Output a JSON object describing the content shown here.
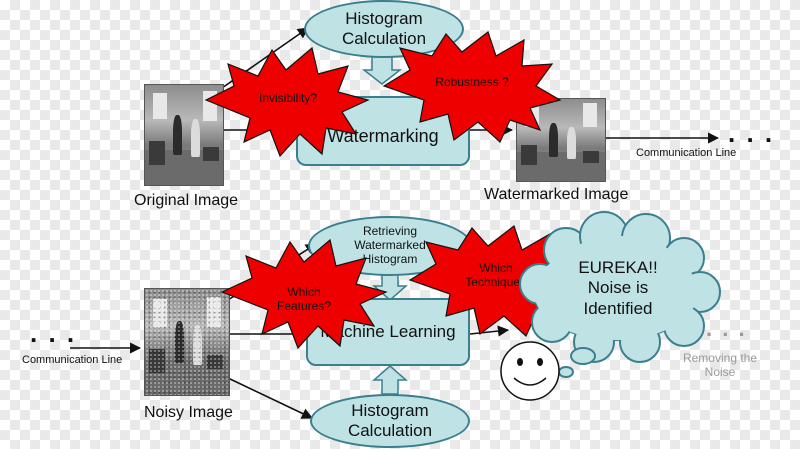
{
  "colors": {
    "node_fill": "#bfe3e5",
    "node_border": "#3b7f8f",
    "star_fill": "#ee0000",
    "star_stroke": "#111111",
    "cloud_fill": "#bfe3e5",
    "arrow_fill": "#bfe3e5",
    "muted_text": "#9a9a9a"
  },
  "top": {
    "histogram_calc": "Histogram\nCalculation",
    "watermarking": "Watermarking",
    "original_caption": "Original Image",
    "watermarked_caption": "Watermarked Image",
    "comm_line": "Communication Line",
    "dots": ". . .",
    "star_invisibility": "Invisibility?",
    "star_robustness": "Robustness ?"
  },
  "bottom": {
    "retrieving": "Retrieving\nWatermarked\nHistogram",
    "machine_learning": "Machine Learning",
    "histogram_calc": "Histogram\nCalculation",
    "noisy_caption": "Noisy Image",
    "comm_line": "Communication Line",
    "dots": ". . .",
    "star_features": "Which\nFeatures?",
    "star_technique": "Which\nTechnique?",
    "cloud_text": "EUREKA!!\nNoise is\nIdentified",
    "dots_grey": ". . .",
    "removing_noise": "Removing the\nNoise"
  }
}
